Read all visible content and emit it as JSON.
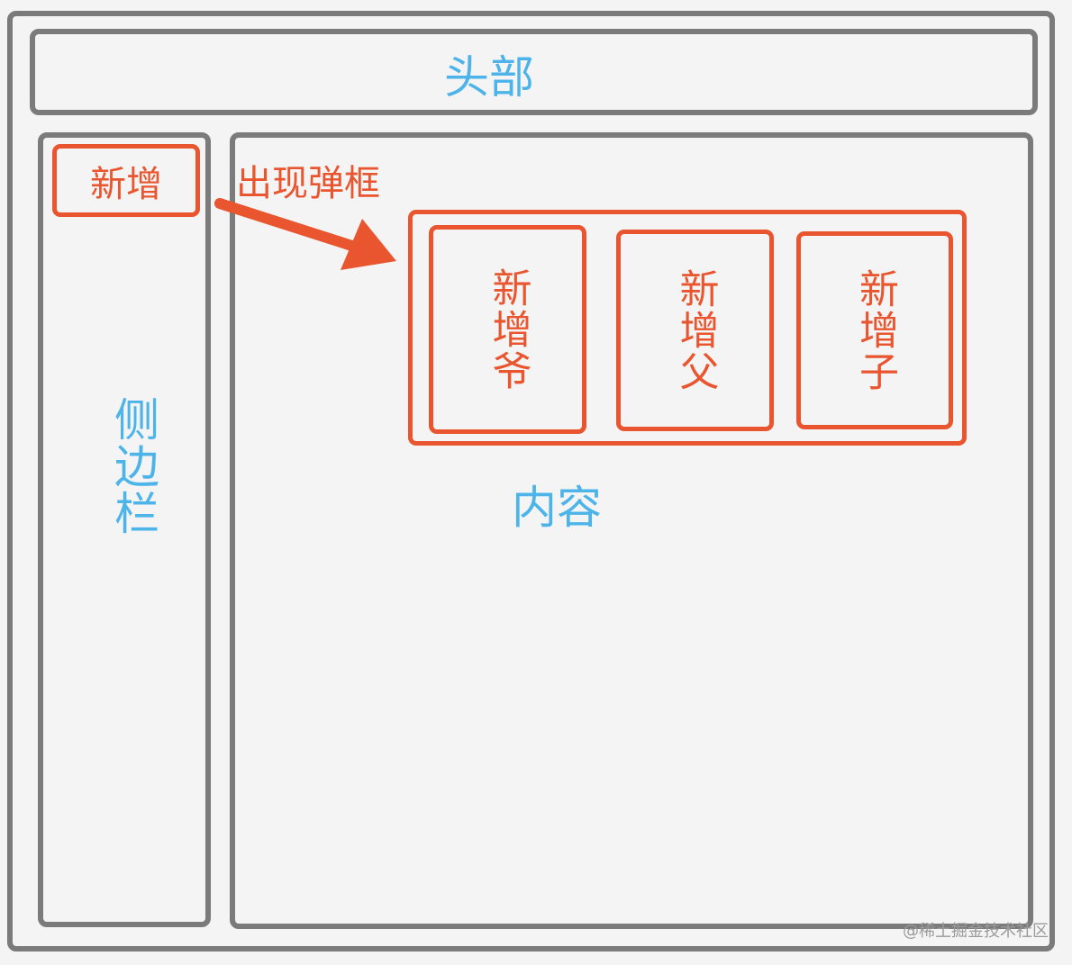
{
  "header": {
    "label": "头部"
  },
  "sidebar": {
    "label": "侧边栏",
    "add_button": "新增"
  },
  "content": {
    "label": "内容"
  },
  "annotation": {
    "arrow_text": "出现弹框"
  },
  "popup": {
    "cards": [
      {
        "label": "新增爷"
      },
      {
        "label": "新增父"
      },
      {
        "label": "新增子"
      }
    ]
  },
  "watermark": "@稀土掘金技术社区",
  "colors": {
    "outline": "#7b7b7b",
    "label": "#4db4ea",
    "highlight": "#e9552e",
    "background": "#f4f4f4"
  }
}
